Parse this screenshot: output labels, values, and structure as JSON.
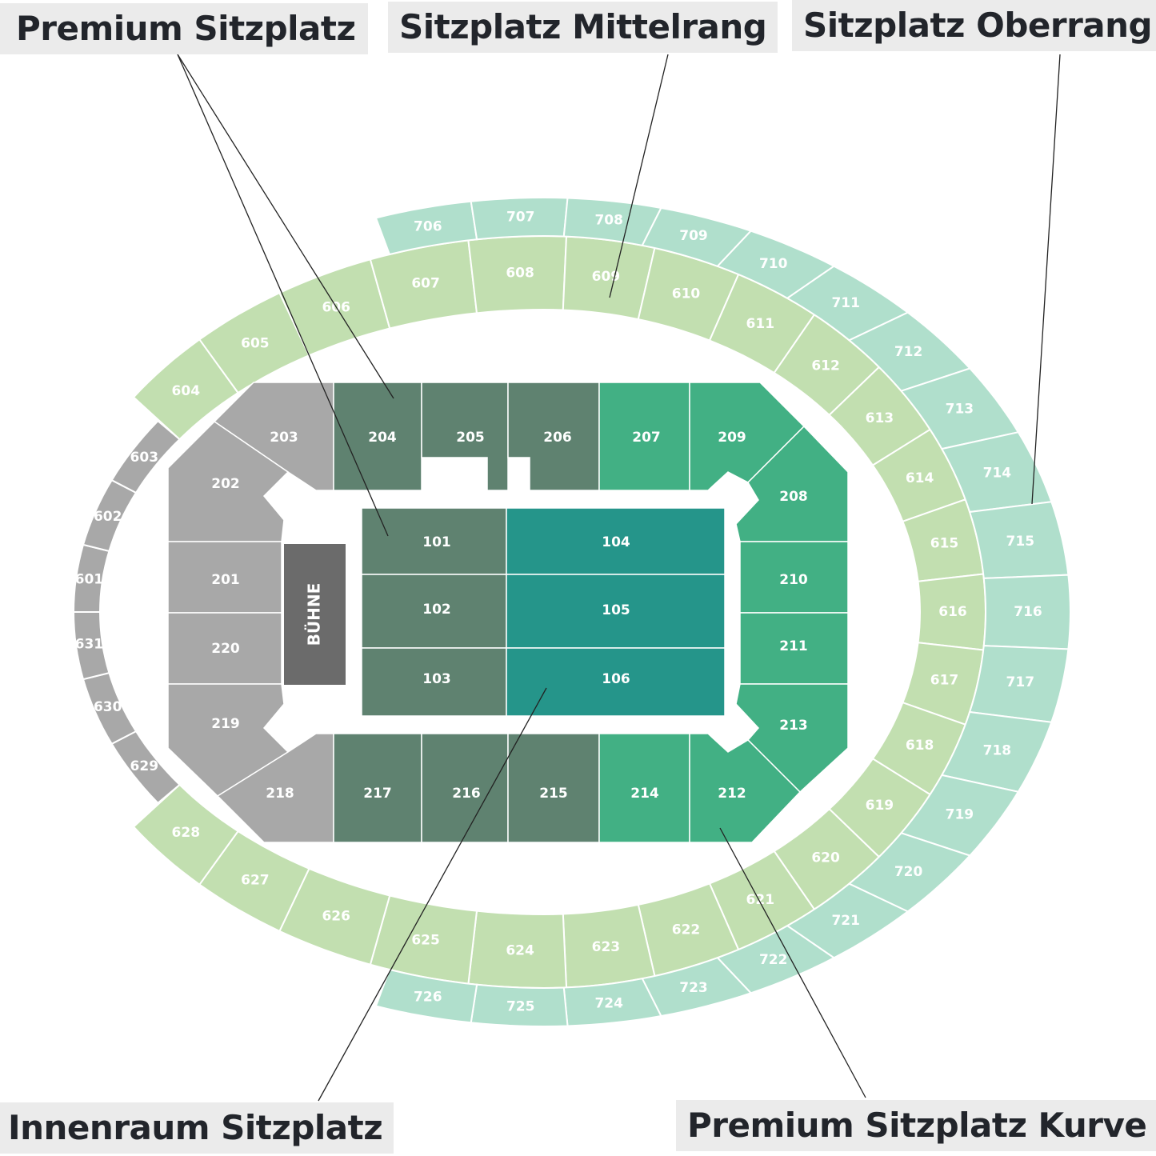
{
  "callouts": {
    "premium": "Premium Sitzplatz",
    "mittelrang": "Sitzplatz Mittelrang",
    "oberrang": "Sitzplatz Oberrang",
    "innenraum": "Innenraum Sitzplatz",
    "kurve": "Premium Sitzplatz Kurve"
  },
  "stage_label": "BÜHNE",
  "colors": {
    "gray": "#a8a8a8",
    "premium": "#5f8270",
    "kurve": "#42b084",
    "innenraum": "#25958a",
    "mittelrang": "#c2dfb0",
    "oberrang": "#b0dfcc",
    "stage": "#6b6b6b",
    "box": "#e6e6e6"
  },
  "sections": {
    "ring600": [
      "601",
      "602",
      "603",
      "604",
      "605",
      "606",
      "607",
      "608",
      "609",
      "610",
      "611",
      "612",
      "613",
      "614",
      "615",
      "616",
      "617",
      "618",
      "619",
      "620",
      "621",
      "622",
      "623",
      "624",
      "625",
      "626",
      "627",
      "628",
      "629",
      "630",
      "631"
    ],
    "ring600_gray": [
      "601",
      "602",
      "603",
      "629",
      "630",
      "631"
    ],
    "ring700": [
      "706",
      "707",
      "708",
      "709",
      "710",
      "711",
      "712",
      "713",
      "714",
      "715",
      "716",
      "717",
      "718",
      "719",
      "720",
      "721",
      "722",
      "723",
      "724",
      "725",
      "726"
    ],
    "inner": [
      {
        "id": "203",
        "cat": "gray"
      },
      {
        "id": "204",
        "cat": "premium"
      },
      {
        "id": "205",
        "cat": "premium"
      },
      {
        "id": "206",
        "cat": "premium"
      },
      {
        "id": "207",
        "cat": "kurve"
      },
      {
        "id": "209",
        "cat": "kurve"
      },
      {
        "id": "202",
        "cat": "gray"
      },
      {
        "id": "201",
        "cat": "gray"
      },
      {
        "id": "220",
        "cat": "gray"
      },
      {
        "id": "219",
        "cat": "gray"
      },
      {
        "id": "208",
        "cat": "kurve"
      },
      {
        "id": "210",
        "cat": "kurve"
      },
      {
        "id": "211",
        "cat": "kurve"
      },
      {
        "id": "213",
        "cat": "kurve"
      },
      {
        "id": "218",
        "cat": "gray"
      },
      {
        "id": "217",
        "cat": "premium"
      },
      {
        "id": "216",
        "cat": "premium"
      },
      {
        "id": "215",
        "cat": "premium"
      },
      {
        "id": "214",
        "cat": "kurve"
      },
      {
        "id": "212",
        "cat": "kurve"
      },
      {
        "id": "101",
        "cat": "premium"
      },
      {
        "id": "102",
        "cat": "premium"
      },
      {
        "id": "103",
        "cat": "premium"
      },
      {
        "id": "104",
        "cat": "innenraum"
      },
      {
        "id": "105",
        "cat": "innenraum"
      },
      {
        "id": "106",
        "cat": "innenraum"
      }
    ]
  }
}
